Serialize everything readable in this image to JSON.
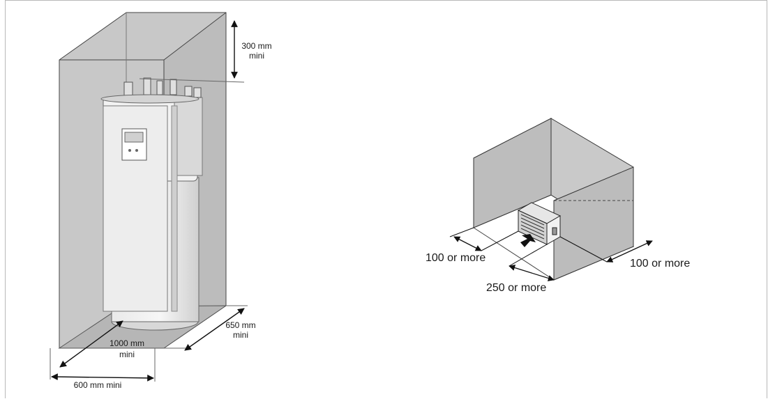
{
  "left_figure": {
    "clearance_top": [
      "300 mm",
      "mini"
    ],
    "clearance_side": [
      "650 mm",
      "mini"
    ],
    "clearance_front": [
      "1000 mm",
      "mini"
    ],
    "clearance_width": "600 mm mini"
  },
  "right_figure": {
    "clearance_left": "100 or more",
    "clearance_right": "100 or more",
    "clearance_front": "250 or more"
  }
}
